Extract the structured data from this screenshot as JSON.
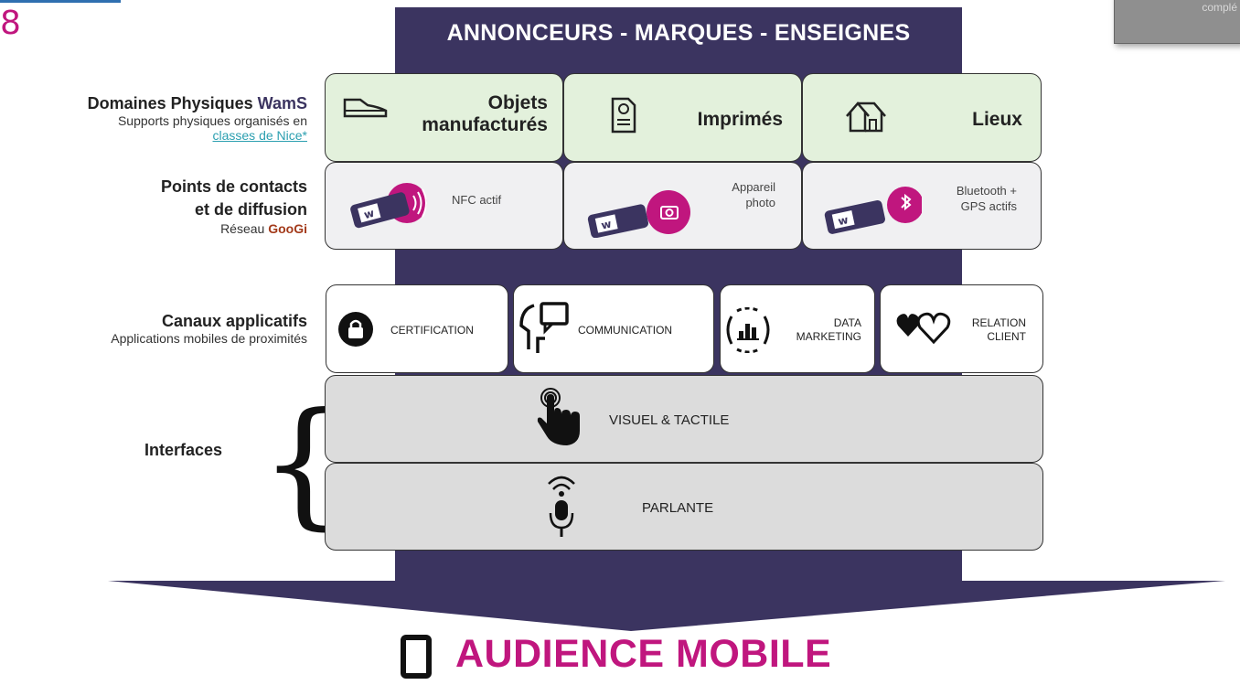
{
  "page": {
    "number": "8",
    "corner_note": "complé"
  },
  "header": {
    "title": "ANNONCEURS - MARQUES - ENSEIGNES"
  },
  "rows": {
    "domaines": {
      "title_prefix": "Domaines Physiques ",
      "title_brand": "WamS",
      "subtitle": "Supports physiques organisés en",
      "link": "classes de Nice*"
    },
    "points": {
      "title_line1": "Points de contacts",
      "title_line2": "et de diffusion",
      "subtitle_prefix": "Réseau ",
      "subtitle_brand": "GooGi"
    },
    "canaux": {
      "title": "Canaux applicatifs",
      "subtitle": "Applications mobiles de proximités"
    },
    "interfaces": {
      "title": "Interfaces"
    }
  },
  "domains": [
    {
      "label_line1": "Objets",
      "label_line2": "manufacturés",
      "icon": "shoe-icon"
    },
    {
      "label_line1": "Imprimés",
      "label_line2": "",
      "icon": "document-icon"
    },
    {
      "label_line1": "Lieux",
      "label_line2": "",
      "icon": "house-icon"
    }
  ],
  "contacts": [
    {
      "label_line1": "NFC actif",
      "label_line2": "",
      "icon": "nfc-phone-icon"
    },
    {
      "label_line1": "Appareil",
      "label_line2": "photo",
      "icon": "camera-phone-icon"
    },
    {
      "label_line1": "Bluetooth +",
      "label_line2": "GPS actifs",
      "icon": "bluetooth-phone-icon"
    }
  ],
  "apps": [
    {
      "label_line1": "CERTIFICATION",
      "label_line2": "",
      "icon": "lock-icon"
    },
    {
      "label_line1": "COMMUNICATION",
      "label_line2": "",
      "icon": "head-speech-icon"
    },
    {
      "label_line1": "DATA",
      "label_line2": "MARKETING",
      "icon": "chart-circle-icon"
    },
    {
      "label_line1": "RELATION",
      "label_line2": "CLIENT",
      "icon": "hearts-icon"
    }
  ],
  "interfaces": [
    {
      "label": "VISUEL & TACTILE",
      "icon": "touch-hand-icon"
    },
    {
      "label": "PARLANTE",
      "icon": "microphone-icon"
    }
  ],
  "footer": {
    "title": "AUDIENCE MOBILE",
    "icon": "smartphone-icon"
  },
  "colors": {
    "purple": "#3b3460",
    "magenta": "#c0167e",
    "green_box": "#e3f1dc",
    "gray_box": "#dcdcdc"
  }
}
